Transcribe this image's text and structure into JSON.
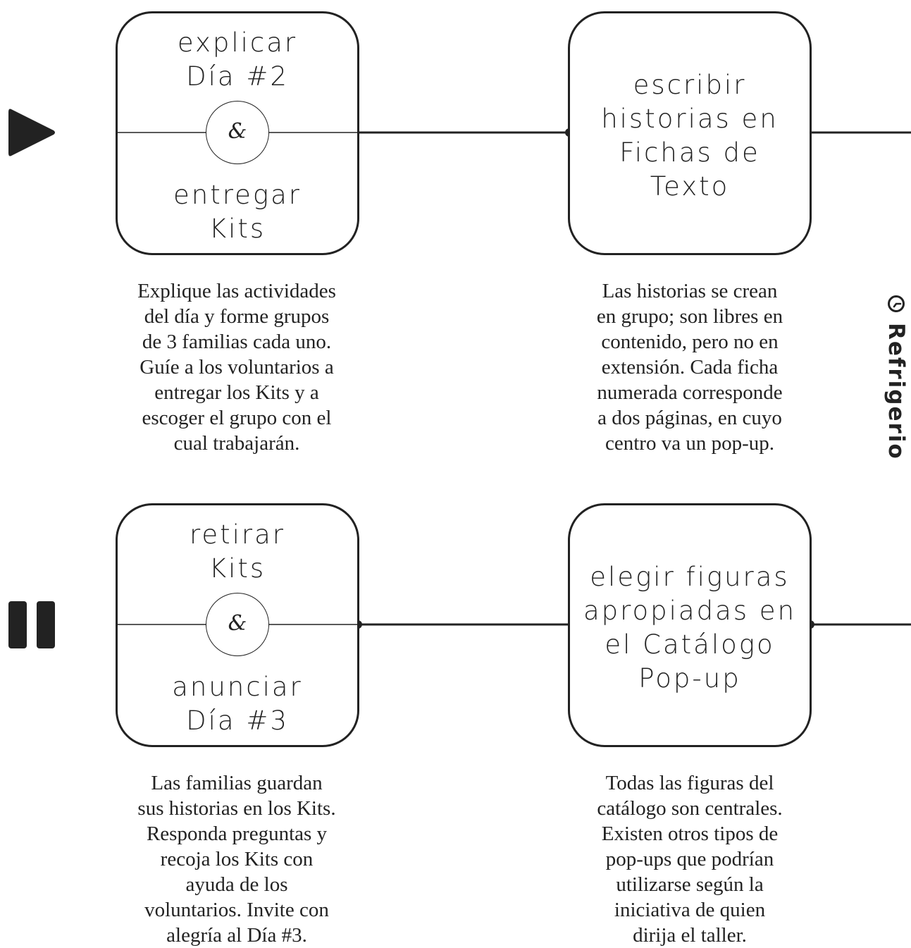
{
  "row1": {
    "box1": {
      "top": [
        "explicar",
        "Día #2"
      ],
      "amp": "&",
      "bottom": [
        "entregar",
        "Kits"
      ]
    },
    "box2": {
      "lines": [
        "escribir",
        "historias en",
        "Fichas de",
        "Texto"
      ]
    },
    "desc1": [
      "Explique las actividades",
      "del día y forme grupos",
      "de 3 familias cada uno.",
      "Guíe a los voluntarios a",
      "entregar los Kits y a",
      "escoger el grupo con el",
      "cual trabajarán."
    ],
    "desc2": [
      "Las historias se crean",
      "en grupo; son libres en",
      "contenido, pero no en",
      "extensión. Cada ficha",
      "numerada corresponde",
      "a dos páginas, en cuyo",
      "centro va un pop-up."
    ]
  },
  "row2": {
    "box1": {
      "top": [
        "retirar",
        "Kits"
      ],
      "amp": "&",
      "bottom": [
        "anunciar",
        "Día #3"
      ]
    },
    "box2": {
      "lines": [
        "elegir figuras",
        "apropiadas en",
        "el Catálogo",
        "Pop-up"
      ]
    },
    "desc1": [
      "Las familias guardan",
      "sus historias en los Kits.",
      "Responda preguntas y",
      "recoja los Kits con",
      "ayuda de los",
      "voluntarios. Invite con",
      "alegría al Día #3."
    ],
    "desc2": [
      "Todas las figuras del",
      "catálogo son centrales.",
      "Existen otros tipos de",
      "pop-ups que podrían",
      "utilizarse según la",
      "iniciativa de quien",
      "dirija el taller."
    ]
  },
  "side_label": "Refrigerio",
  "icons": {
    "row1": "play-icon",
    "row2": "pause-icon",
    "side": "clock-icon"
  },
  "colors": {
    "ink": "#222222",
    "background": "#ffffff"
  }
}
